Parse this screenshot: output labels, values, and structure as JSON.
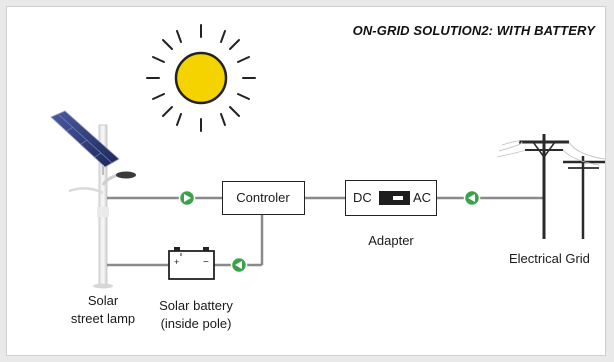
{
  "title": "ON-GRID SOLUTION2: WITH BATTERY",
  "components": {
    "lamp": {
      "line1": "Solar",
      "line2": "street lamp"
    },
    "battery": {
      "line1": "Solar battery",
      "line2": "(inside pole)"
    },
    "controller": {
      "label": "Controler"
    },
    "adapter": {
      "label": "Adapter",
      "dc": "DC",
      "ac": "AC"
    },
    "grid": {
      "label": "Electrical Grid"
    }
  },
  "colors": {
    "wire": "#8a8a8a",
    "arrow_fill": "#3aa34a",
    "sun_fill": "#f5d300",
    "sun_stroke": "#222222",
    "panel": "#2a3b7a"
  },
  "icons": [
    "sun-icon",
    "solar-panel-icon",
    "street-lamp-icon",
    "battery-icon",
    "power-pylon-icon",
    "arrow-right-icon",
    "arrow-left-icon"
  ]
}
